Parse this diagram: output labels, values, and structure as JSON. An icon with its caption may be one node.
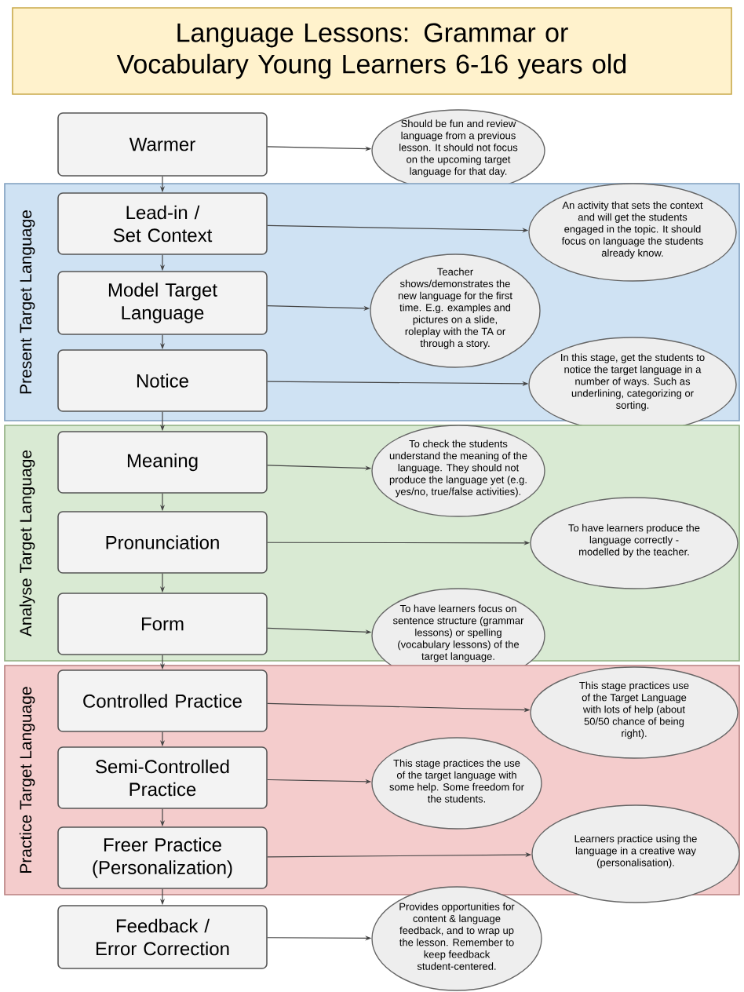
{
  "diagram": {
    "title": "Language Lessons: Grammar or Vocabulary Young Learners 6-16 years old",
    "nodes": [
      {
        "text": [
          "Warmer"
        ]
      },
      {
        "text": [
          "Should be fun and review language from a previous lesson. It should not focus on the upcoming target language for that day."
        ]
      },
      {
        "text": [
          "Present Target Language"
        ]
      },
      {
        "text": [
          "Lead-in / Set Context"
        ],
        "in": 2
      },
      {
        "text": [
          "An activity that sets the context and will get the students engaged in the topic. It should focus on language the students already know."
        ],
        "in": 2
      },
      {
        "text": [
          "Model Target Language"
        ],
        "in": 2
      },
      {
        "text": [
          "Teacher shows/demonstrates the new language for the first time. E.g. examples and pictures on a slide, roleplay with the TA or through a story."
        ],
        "in": 2
      },
      {
        "text": [
          "Notice"
        ],
        "in": 2
      },
      {
        "text": [
          "In this stage, get the students to notice the target language in a number of ways. Such as underlining, categorizing or sorting."
        ]
      },
      {
        "text": [
          "Analyse Target Language"
        ]
      },
      {
        "text": [
          "Meaning"
        ],
        "in": 9
      },
      {
        "text": [
          "To check the students understand the meaning of the language. They should not produce the language yet (e.g. yes/no, true/false activities)."
        ],
        "in": 9
      },
      {
        "text": [
          "Pronunciation"
        ],
        "in": 9
      },
      {
        "text": [
          "To have learners produce the language correctly - modelled by the teacher."
        ],
        "in": 9
      },
      {
        "text": [
          "Form"
        ],
        "in": 9
      },
      {
        "text": [
          "To have learners focus on sentence structure (grammar lessons) or spelling (vocabulary lessons) of the target language."
        ]
      },
      {
        "text": [
          "Practice Target Language"
        ]
      },
      {
        "text": [
          "Controlled Practice"
        ],
        "in": 16
      },
      {
        "text": [
          "This stage practices use of the Target Language with lots of help (about 50/50 chance of being right)."
        ],
        "in": 16
      },
      {
        "text": [
          "Semi-Controlled Practice"
        ],
        "in": 16
      },
      {
        "text": [
          "This stage practices the use of the target language with some help. Some freedom for the students."
        ],
        "in": 16
      },
      {
        "text": [
          "Freer Practice (Personalization)"
        ],
        "in": 16
      },
      {
        "text": [
          "Learners practice using the language in a creative way (personalisation)."
        ]
      },
      {
        "text": [
          "Feedback / Error Correction"
        ]
      },
      {
        "text": [
          "Provides opportunities for content & language feedback, and to wrap up the lesson. Remember to keep feedback student-centered."
        ]
      }
    ],
    "edges": [
      {
        "from": 0,
        "to": 1,
        "arrow": "to"
      },
      {
        "from": 0,
        "to": 3,
        "arrow": "to"
      },
      {
        "from": 3,
        "to": 4,
        "arrow": "to"
      },
      {
        "from": 3,
        "to": 5,
        "arrow": "to"
      },
      {
        "from": 5,
        "to": 6,
        "arrow": "to"
      },
      {
        "from": 5,
        "to": 7,
        "arrow": "to"
      },
      {
        "from": 7,
        "to": 8,
        "arrow": "to"
      },
      {
        "from": 7,
        "to": 10,
        "arrow": "to"
      },
      {
        "from": 10,
        "to": 11,
        "arrow": "to"
      },
      {
        "from": 10,
        "to": 12,
        "arrow": "to"
      },
      {
        "from": 12,
        "to": 13,
        "arrow": "to"
      },
      {
        "from": 12,
        "to": 14,
        "arrow": "to"
      },
      {
        "from": 14,
        "to": 15,
        "arrow": "to"
      },
      {
        "from": 14,
        "to": 17,
        "arrow": "to"
      },
      {
        "from": 17,
        "to": 18,
        "arrow": "to"
      },
      {
        "from": 17,
        "to": 19,
        "arrow": "to"
      },
      {
        "from": 19,
        "to": 20,
        "arrow": "to"
      },
      {
        "from": 19,
        "to": 21,
        "arrow": "to"
      },
      {
        "from": 21,
        "to": 22,
        "arrow": "to"
      },
      {
        "from": 21,
        "to": 23,
        "arrow": "to"
      },
      {
        "from": 23,
        "to": 24,
        "arrow": "to"
      }
    ]
  }
}
